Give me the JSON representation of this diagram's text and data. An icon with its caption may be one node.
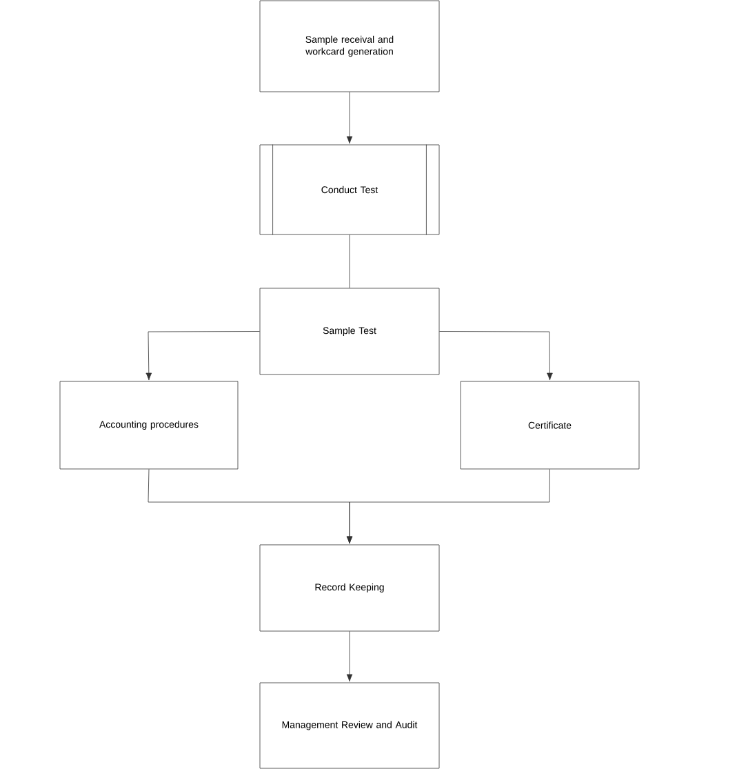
{
  "diagram": {
    "nodes": [
      {
        "text": [
          "Sample receival and workcard generation"
        ]
      },
      {
        "text": [
          "Conduct Test"
        ]
      },
      {
        "text": [
          "Sample Test"
        ]
      },
      {
        "text": [
          "Accounting procedures"
        ]
      },
      {
        "text": [
          "Certificate"
        ]
      },
      {
        "text": [
          "Record Keeping"
        ]
      },
      {
        "text": [
          "Management Review and Audit"
        ]
      }
    ],
    "edges": [
      {
        "from": 0,
        "to": 1,
        "arrow": "to"
      },
      {
        "from": 1,
        "to": 2,
        "arrow": "none"
      },
      {
        "from": 2,
        "to": 3,
        "arrow": "to"
      },
      {
        "from": 2,
        "to": 4,
        "arrow": "to"
      },
      {
        "from": 3,
        "to": 5,
        "arrow": "to"
      },
      {
        "from": 4,
        "to": 5,
        "arrow": "to"
      },
      {
        "from": 5,
        "to": 6,
        "arrow": "to"
      }
    ]
  }
}
